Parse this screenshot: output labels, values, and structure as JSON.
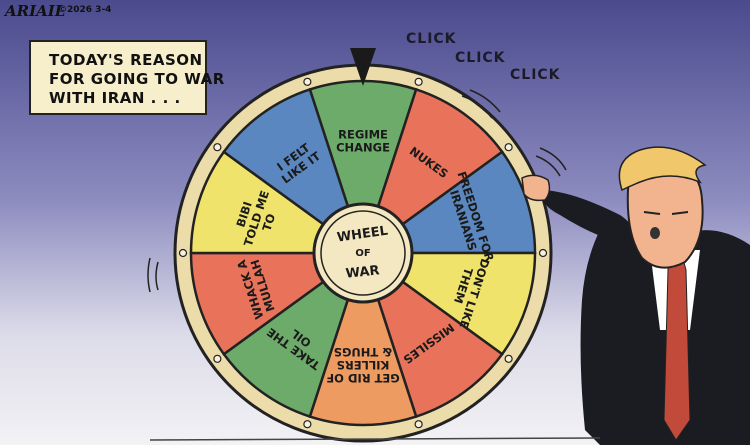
{
  "cartoon": {
    "signature": "ARIAIL",
    "credit": "©2026 3-4"
  },
  "caption": {
    "lines": [
      "TODAY'S REASON",
      "FOR GOING TO WAR",
      "WITH IRAN . . ."
    ]
  },
  "sound_effects": [
    "CLICK",
    "CLICK",
    "CLICK"
  ],
  "wheel": {
    "hub_lines": [
      "WHEEL",
      "OF",
      "WAR"
    ],
    "segments": [
      {
        "lines": [
          "REGIME",
          "CHANGE"
        ],
        "color": "#6dab6a"
      },
      {
        "lines": [
          "NUKES"
        ],
        "color": "#e8735a"
      },
      {
        "lines": [
          "FREEDOM FOR",
          "IRANIANS"
        ],
        "color": "#5b87c0"
      },
      {
        "lines": [
          "I DON'T LIKE",
          "THEM"
        ],
        "color": "#efe36b"
      },
      {
        "lines": [
          "MISSILES"
        ],
        "color": "#e8735a"
      },
      {
        "lines": [
          "GET RID OF",
          "KILLERS",
          "& THUGS"
        ],
        "color": "#ee9b62"
      },
      {
        "lines": [
          "TAKE THE",
          "OIL"
        ],
        "color": "#6dab6a"
      },
      {
        "lines": [
          "WHACK A",
          "MULLAH"
        ],
        "color": "#e8735a"
      },
      {
        "lines": [
          "BIBI",
          "TOLD ME",
          "TO"
        ],
        "color": "#efe36b"
      },
      {
        "lines": [
          "I FELT",
          "LIKE IT"
        ],
        "color": "#5b87c0"
      }
    ]
  },
  "colors": {
    "sky_top": "#4b4a8e",
    "sky_bottom": "#f1eff3",
    "caption_bg": "#f7eecb",
    "rim": "#ecdcaa",
    "hub": "#f4e8c2",
    "suit": "#1b1b22",
    "skin": "#f2b38f",
    "hair": "#f0c76b",
    "tie": "#c24a3a"
  }
}
